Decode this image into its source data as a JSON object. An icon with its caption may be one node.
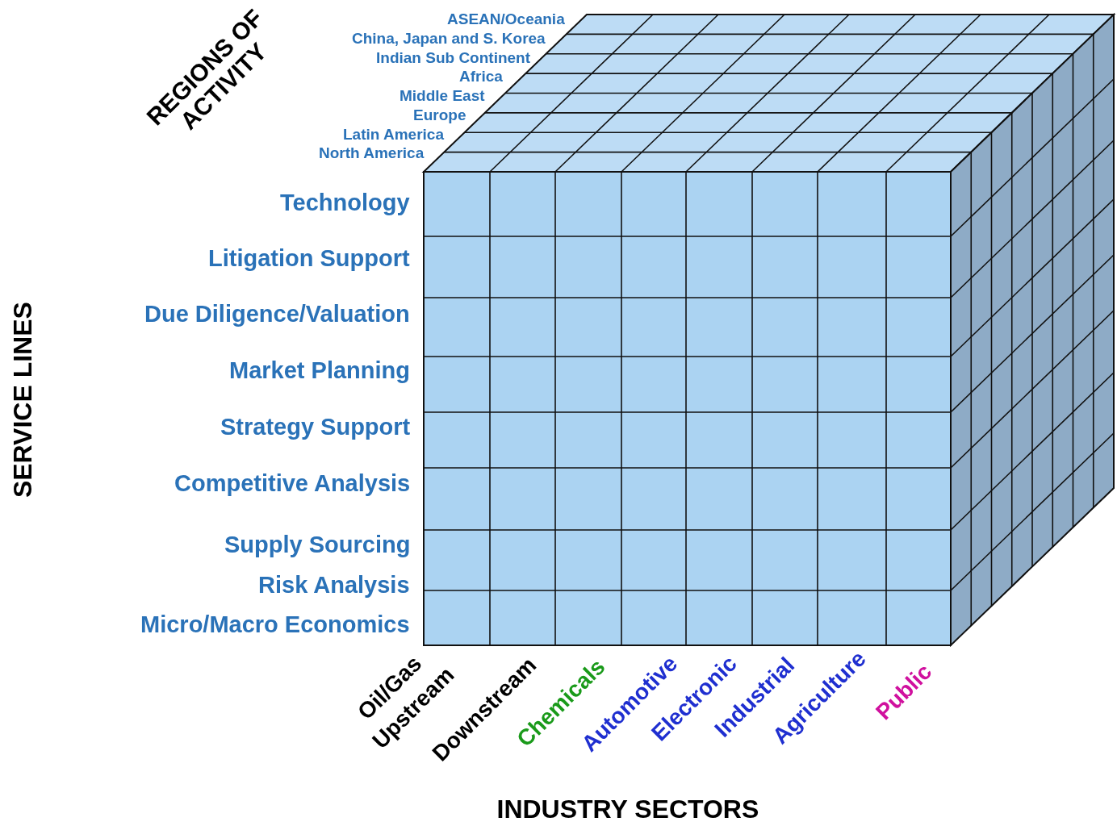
{
  "diagram": {
    "labels": [
      "REGIONS OF ACTIVITY",
      "ASEAN/Oceania",
      "China, Japan and S. Korea",
      "Indian Sub Continent",
      "Africa",
      "Middle East",
      "Europe",
      "Latin America",
      "North America",
      "Technology",
      "Litigation Support",
      "Due Diligence/Valuation",
      "Market Planning",
      "Strategy Support",
      "Competitive Analysis",
      "Supply Sourcing",
      "Risk Analysis",
      "Micro/Macro Economics",
      "SERVICE LINES",
      "Oil/Gas",
      "Upstream",
      "Downstream",
      "Chemicals",
      "Automotive",
      "Electronic",
      "Industrial",
      "Agriculture",
      "Public",
      "INDUSTRY SECTORS"
    ]
  }
}
